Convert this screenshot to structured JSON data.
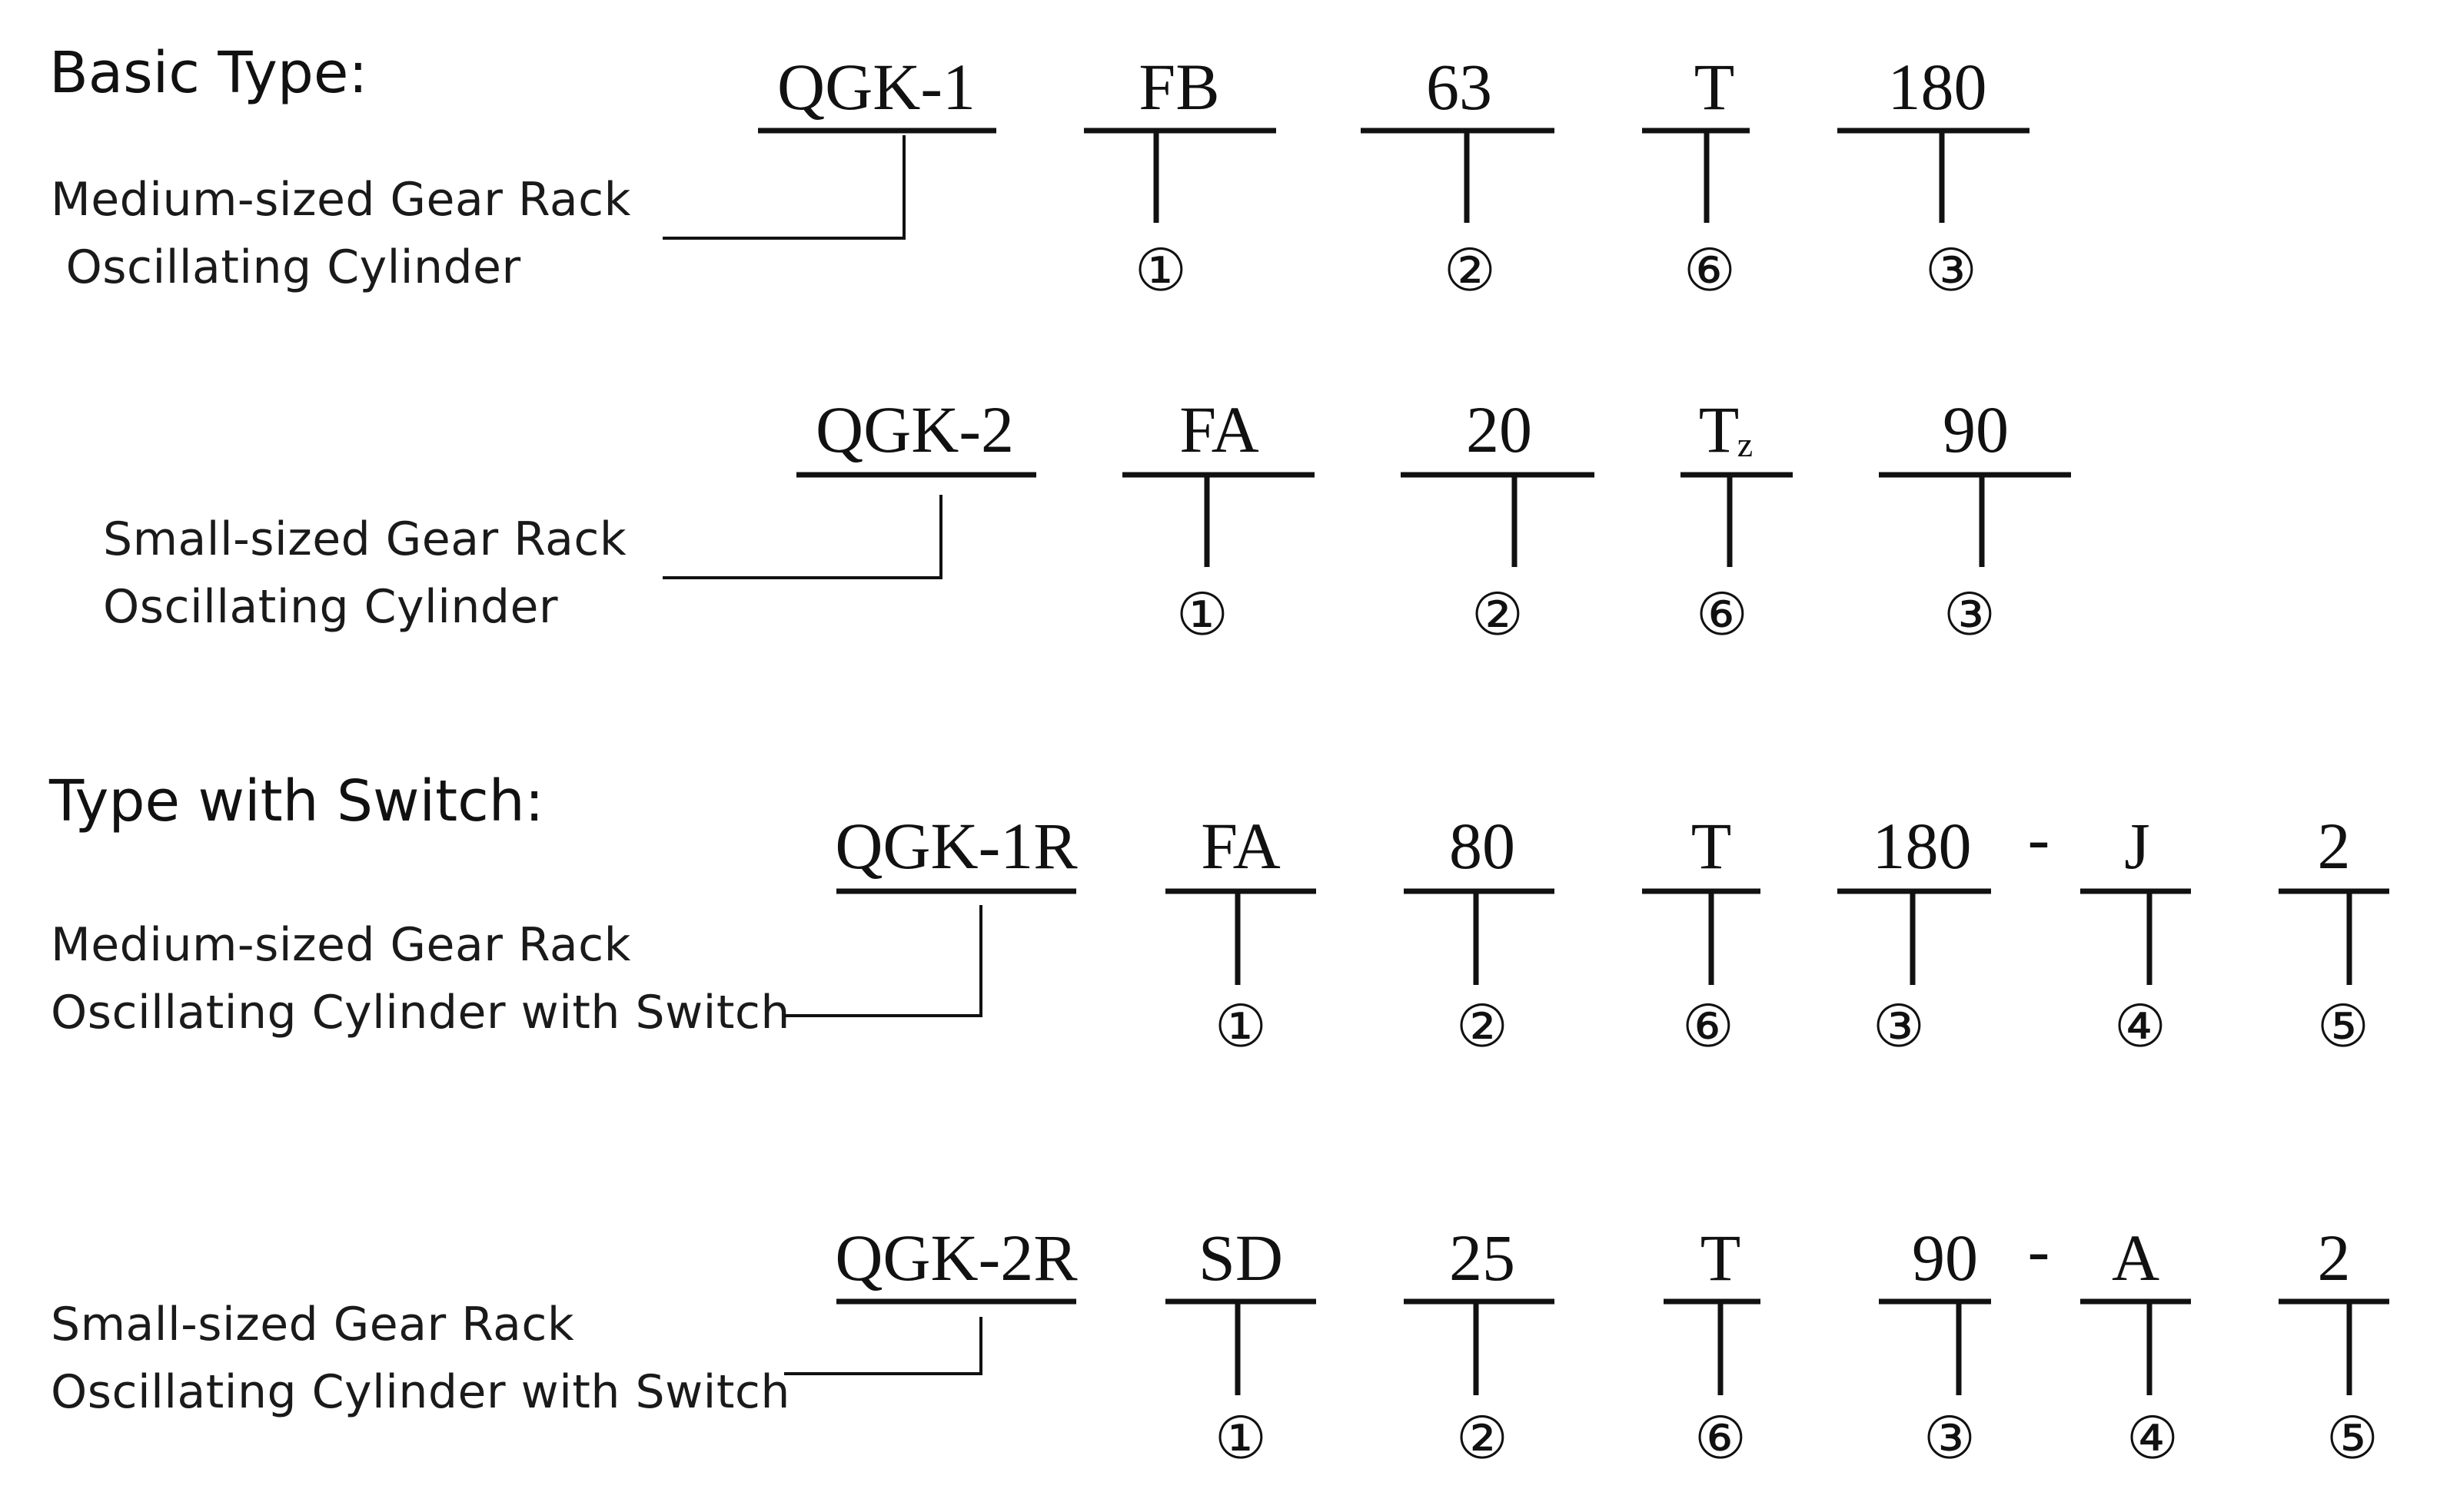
{
  "headings": {
    "basic": "Basic Type:",
    "switch": "Type with Switch:"
  },
  "rows": [
    {
      "description": [
        "Medium-sized Gear Rack",
        " Oscillating Cylinder"
      ],
      "segments": [
        {
          "code": "QGK-1",
          "marker": ""
        },
        {
          "code": "FB",
          "marker": "①"
        },
        {
          "code": "63",
          "marker": "②"
        },
        {
          "code": "T",
          "marker": "⑥"
        },
        {
          "code": "180",
          "marker": "③"
        }
      ],
      "separator": ""
    },
    {
      "description": [
        "Small-sized Gear Rack",
        "Oscillating Cylinder"
      ],
      "segments": [
        {
          "code": "QGK-2",
          "marker": ""
        },
        {
          "code": "FA",
          "marker": "①"
        },
        {
          "code": "20",
          "marker": "②"
        },
        {
          "code": "T",
          "subscript": "z",
          "marker": "⑥"
        },
        {
          "code": "90",
          "marker": "③"
        }
      ],
      "separator": ""
    },
    {
      "description": [
        "Medium-sized Gear Rack",
        "Oscillating Cylinder with Switch"
      ],
      "segments": [
        {
          "code": "QGK-1R",
          "marker": ""
        },
        {
          "code": "FA",
          "marker": "①"
        },
        {
          "code": "80",
          "marker": "②"
        },
        {
          "code": "T",
          "marker": "⑥"
        },
        {
          "code": "180",
          "marker": "③"
        },
        {
          "code": "J",
          "marker": "④"
        },
        {
          "code": "2",
          "marker": "⑤"
        }
      ],
      "separator": "-"
    },
    {
      "description": [
        "Small-sized Gear Rack",
        "Oscillating Cylinder with Switch"
      ],
      "segments": [
        {
          "code": "QGK-2R",
          "marker": ""
        },
        {
          "code": "SD",
          "marker": "①"
        },
        {
          "code": "25",
          "marker": "②"
        },
        {
          "code": "T",
          "marker": "⑥"
        },
        {
          "code": "90",
          "marker": "③"
        },
        {
          "code": "A",
          "marker": "④"
        },
        {
          "code": "2",
          "marker": "⑤"
        }
      ],
      "separator": "-"
    }
  ]
}
